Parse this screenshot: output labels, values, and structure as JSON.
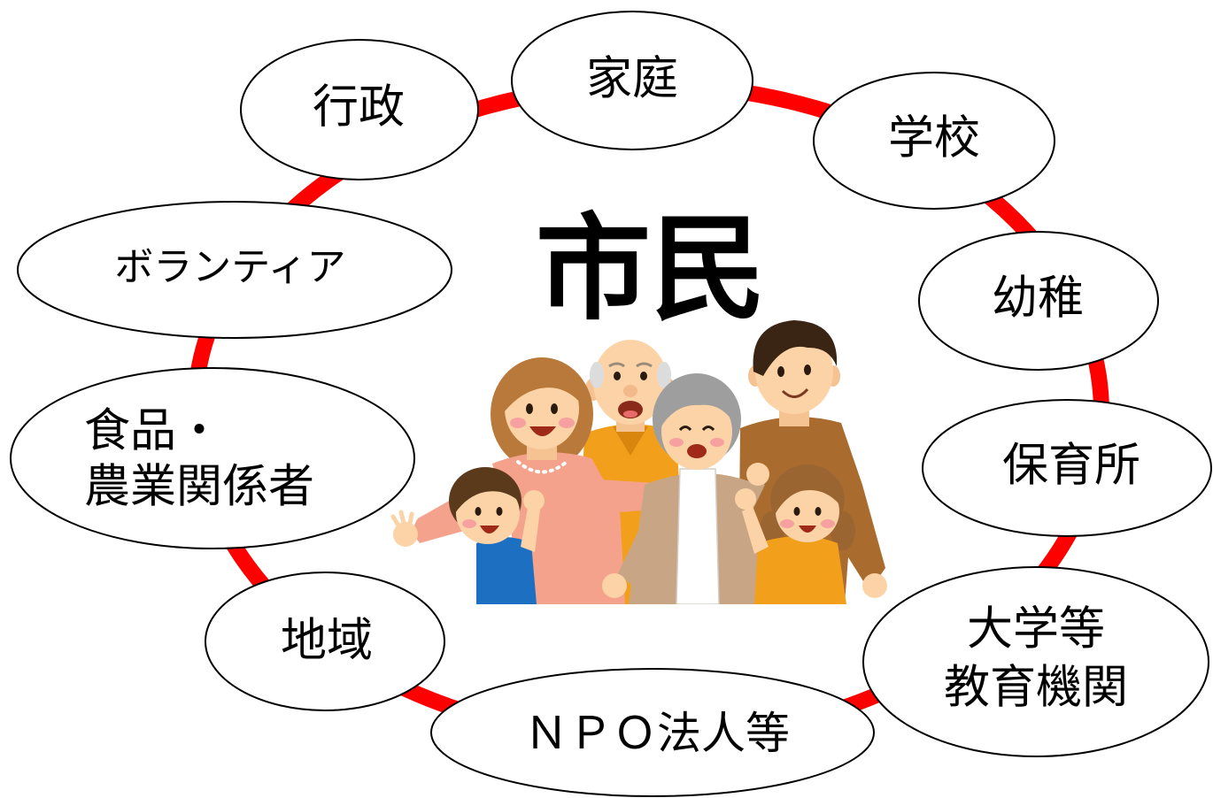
{
  "diagram": {
    "center_label": "市民",
    "illustration": "family-illustration",
    "nodes": {
      "gyosei": {
        "lines": [
          "行政"
        ]
      },
      "katei": {
        "lines": [
          "家庭"
        ]
      },
      "gakko": {
        "lines": [
          "学校"
        ]
      },
      "borantia": {
        "lines": [
          "ボランティア"
        ]
      },
      "yochi": {
        "lines": [
          "幼稚"
        ]
      },
      "shokuhin": {
        "lines": [
          "食品・",
          "農業関係者"
        ]
      },
      "hoikusho": {
        "lines": [
          "保育所"
        ]
      },
      "chiiki": {
        "lines": [
          "地域"
        ]
      },
      "npo": {
        "lines": [
          "ＮＰＯ法人等"
        ]
      },
      "daigaku": {
        "lines": [
          "大学等",
          "教育機関"
        ]
      }
    }
  },
  "colors": {
    "ring": "#ff0000",
    "node_fill": "#ffffff",
    "node_stroke": "#000000",
    "text": "#000000"
  }
}
